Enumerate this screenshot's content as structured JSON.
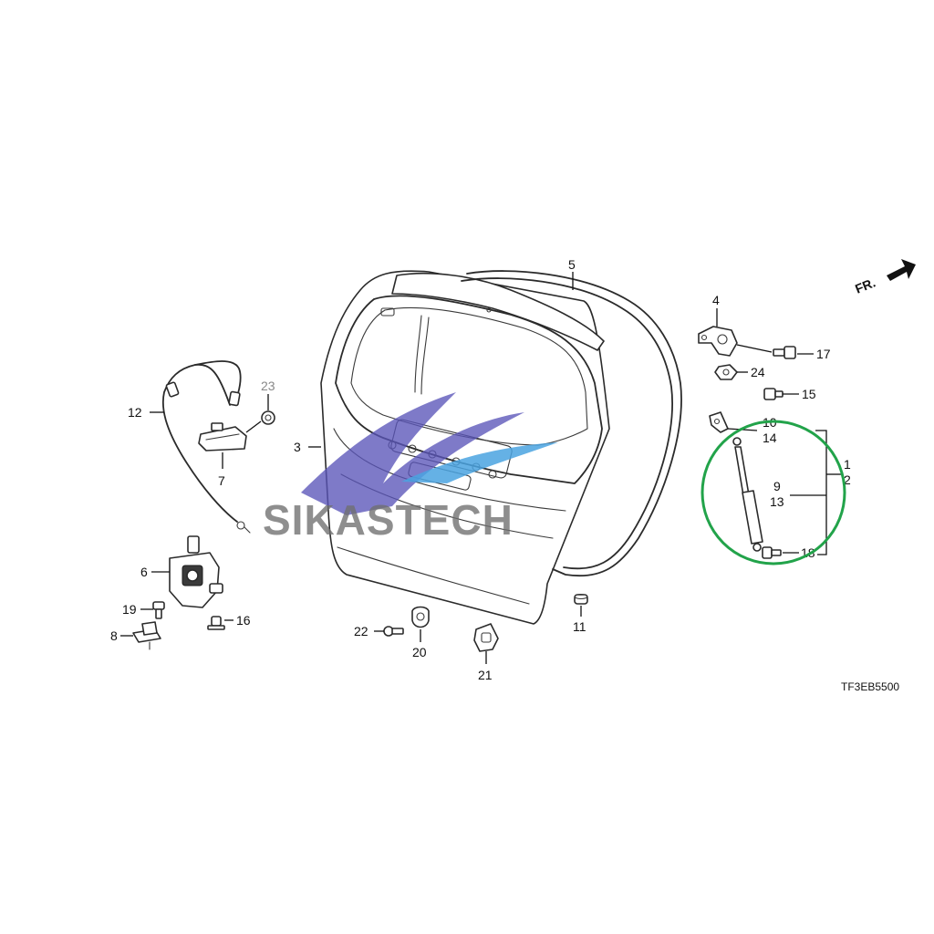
{
  "diagram": {
    "callouts": {
      "c1": "1",
      "c2": "2",
      "c3": "3",
      "c4": "4",
      "c5": "5",
      "c6": "6",
      "c7": "7",
      "c8": "8",
      "c9": "9",
      "c10": "10",
      "c11": "11",
      "c12": "12",
      "c13": "13",
      "c14": "14",
      "c15": "15",
      "c16": "16",
      "c17": "17",
      "c18": "18",
      "c19": "19",
      "c20": "20",
      "c21": "21",
      "c22": "22",
      "c23": "23",
      "c24": "24"
    },
    "direction_label": "FR.",
    "diagram_code": "TF3EB5500",
    "highlight_color": "#22a34a"
  },
  "watermark": {
    "text": "SIKASTECH",
    "colors": {
      "purple": "#5a55b8",
      "blue": "#4aa3e0",
      "gray": "#6e6e6e"
    }
  }
}
